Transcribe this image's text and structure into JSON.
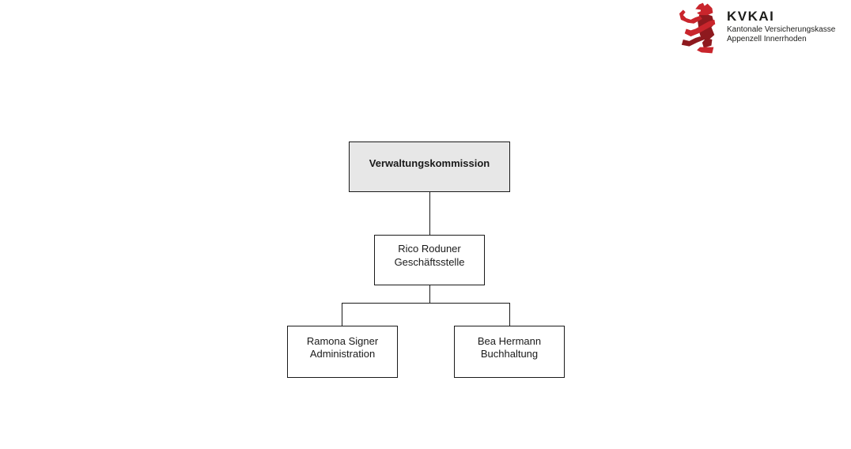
{
  "page": {
    "background_color": "#ffffff",
    "kind": "organizational-chart-document"
  },
  "logo": {
    "wordmark": "KVKAI",
    "subtitle_line1": "Kantonale Versicherungskasse",
    "subtitle_line2": "Appenzell Innerrhoden",
    "bear_icon": "appenzell-bear-icon",
    "colors": {
      "bear_red": "#c9252c",
      "bear_dark_red": "#8e191e",
      "text": "#1d1d1b"
    }
  },
  "org_chart": {
    "header_node": {
      "label": "Verwaltungskommission"
    },
    "nodes": {
      "geschaeftsstelle": {
        "name": "Rico Roduner",
        "role": "Geschäftsstelle"
      },
      "administration": {
        "name": "Ramona Signer",
        "role": "Administration"
      },
      "buchhaltung": {
        "name": "Bea Hermann",
        "role": "Buchhaltung"
      }
    },
    "edges": [
      {
        "from": "Verwaltungskommission",
        "to": "Rico Roduner (Geschäftsstelle)"
      },
      {
        "from": "Rico Roduner (Geschäftsstelle)",
        "to": "Ramona Signer (Administration)"
      },
      {
        "from": "Rico Roduner (Geschäftsstelle)",
        "to": "Bea Hermann (Buchhaltung)"
      }
    ],
    "colors": {
      "node_border": "#1a1a1a",
      "header_fill": "#e7e7e7",
      "node_fill": "#ffffff",
      "connector": "#1a1a1a",
      "text": "#1a1a1a"
    }
  }
}
